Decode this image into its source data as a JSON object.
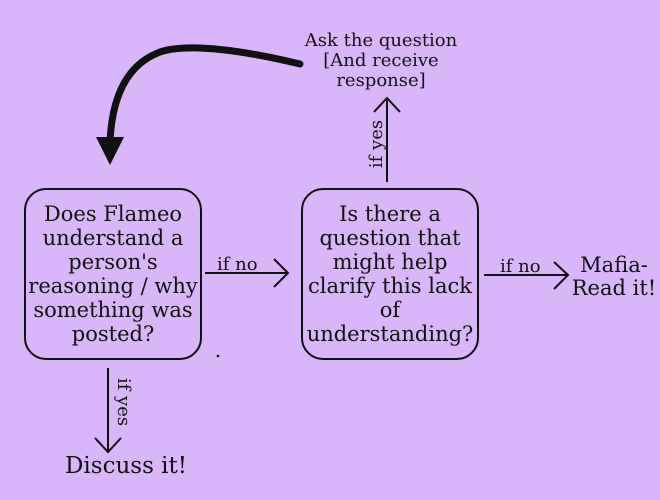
{
  "nodes": {
    "flameo": "Does Flameo understand a person's reasoning / why something was posted?",
    "question": "Is there a question that might help clarify this lack of understanding?",
    "ask": "Ask the question [And receive response]",
    "mafia": "Mafia-Read it!",
    "discuss": "Discuss it!"
  },
  "edges": {
    "flameo_to_question": "if no",
    "question_to_mafia": "if no",
    "question_to_ask": "if yes",
    "flameo_to_discuss": "if yes"
  },
  "colors": {
    "background": "#d9b6f9",
    "ink": "#111111"
  }
}
